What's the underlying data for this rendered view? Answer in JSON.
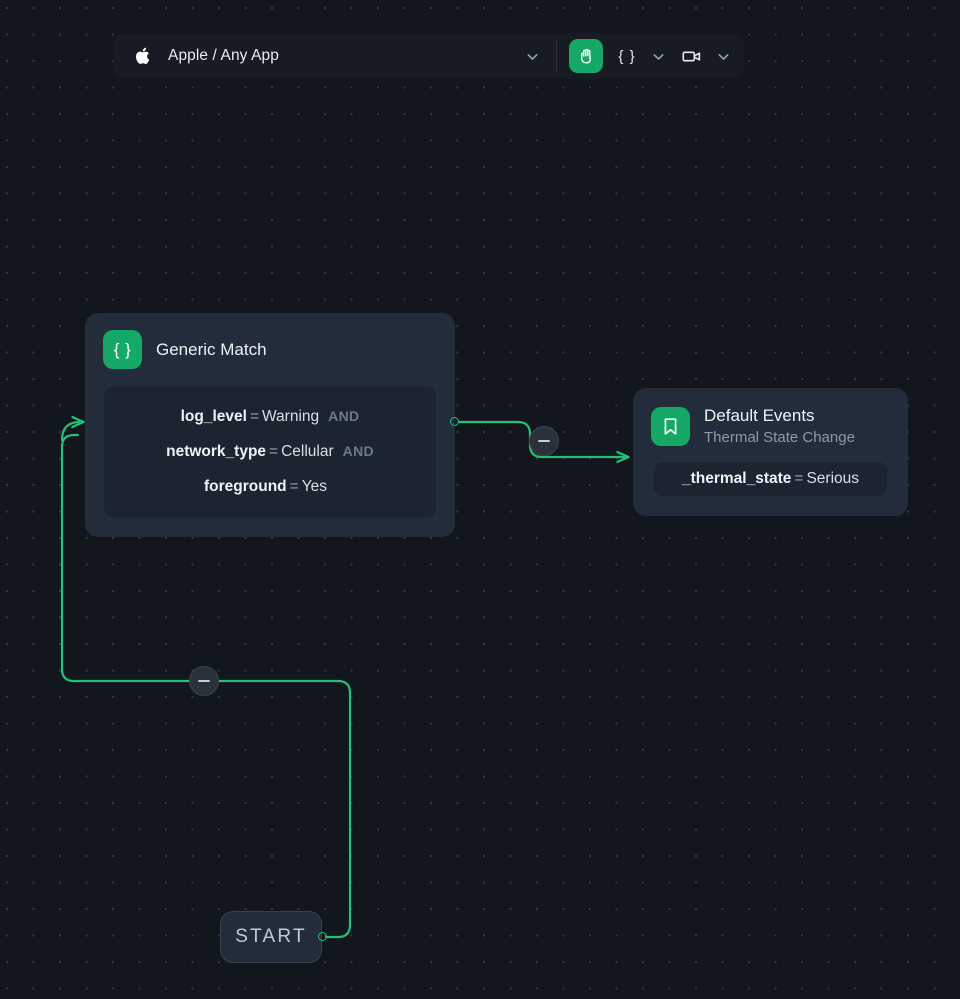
{
  "toolbar": {
    "app_selector": {
      "icon": "apple-logo-icon",
      "label": "Apple / Any App",
      "chevron": "chevron-down-icon"
    },
    "pan_tool": {
      "icon": "hand-pan-icon",
      "active_color": "#15a866"
    },
    "code_tool": {
      "glyph": "{ }",
      "icon": "curly-braces-icon",
      "chevron": "chevron-down-icon"
    },
    "video_tool": {
      "icon": "video-camera-icon",
      "chevron": "chevron-down-icon"
    }
  },
  "canvas": {
    "background_color": "#12161d",
    "dot_color": "#343a42",
    "edge_color": "#22c07b"
  },
  "nodes": {
    "generic_match": {
      "icon": "curly-braces-icon",
      "icon_glyph": "{ }",
      "title": "Generic Match",
      "conditions": [
        {
          "key": "log_level",
          "op": "=",
          "value": "Warning",
          "joiner": "AND"
        },
        {
          "key": "network_type",
          "op": "=",
          "value": "Cellular",
          "joiner": "AND"
        },
        {
          "key": "foreground",
          "op": "=",
          "value": "Yes",
          "joiner": ""
        }
      ]
    },
    "default_events": {
      "icon": "bookmark-icon",
      "title": "Default Events",
      "subtitle": "Thermal State Change",
      "pill": {
        "key": "_thermal_state",
        "op": "=",
        "value": "Serious"
      }
    },
    "start": {
      "label": "START"
    }
  },
  "edge_buttons": {
    "start_to_match": {
      "icon": "minus-icon",
      "label": "−"
    },
    "match_to_events": {
      "icon": "minus-icon",
      "label": "−"
    }
  }
}
